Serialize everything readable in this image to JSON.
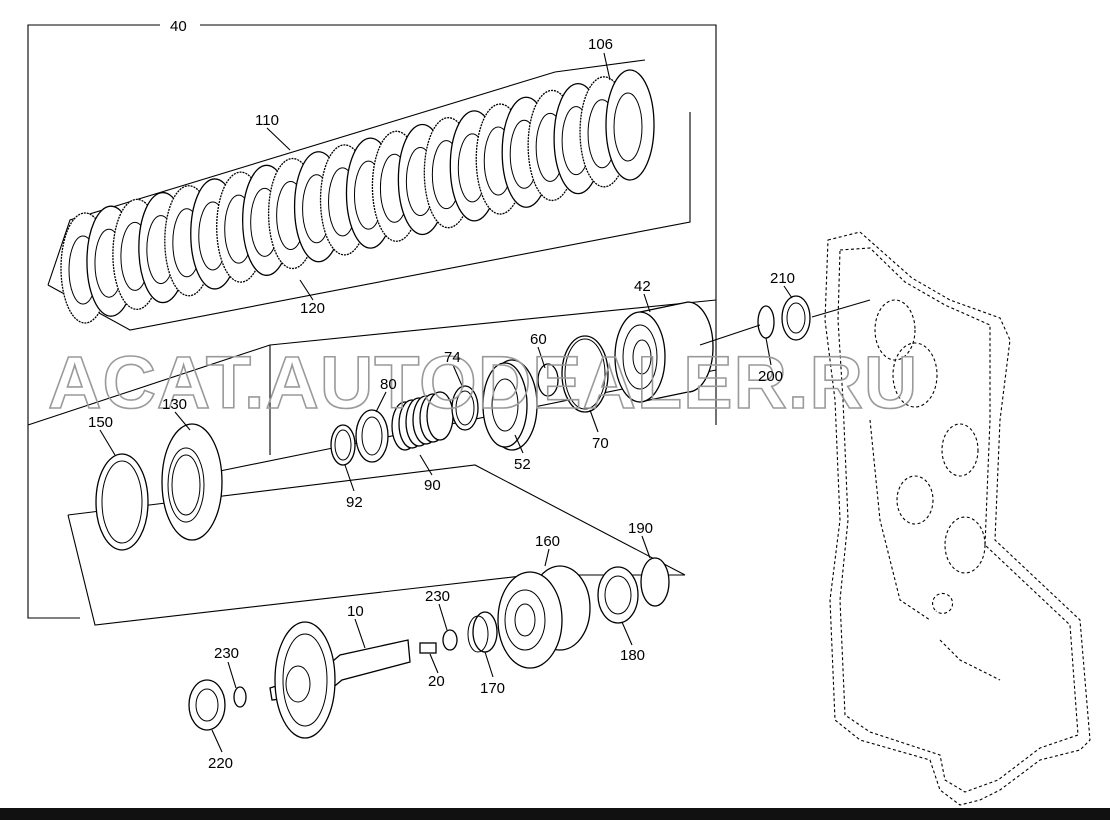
{
  "watermark": "ACAT.AUTODEALER.RU",
  "callouts": [
    {
      "id": "40",
      "text": "40"
    },
    {
      "id": "106",
      "text": "106"
    },
    {
      "id": "110",
      "text": "110"
    },
    {
      "id": "120",
      "text": "120"
    },
    {
      "id": "42",
      "text": "42"
    },
    {
      "id": "60",
      "text": "60"
    },
    {
      "id": "74",
      "text": "74"
    },
    {
      "id": "80",
      "text": "80"
    },
    {
      "id": "130",
      "text": "130"
    },
    {
      "id": "150",
      "text": "150"
    },
    {
      "id": "92",
      "text": "92"
    },
    {
      "id": "90",
      "text": "90"
    },
    {
      "id": "52",
      "text": "52"
    },
    {
      "id": "70",
      "text": "70"
    },
    {
      "id": "210",
      "text": "210"
    },
    {
      "id": "200",
      "text": "200"
    },
    {
      "id": "190",
      "text": "190"
    },
    {
      "id": "160",
      "text": "160"
    },
    {
      "id": "230a",
      "text": "230"
    },
    {
      "id": "10",
      "text": "10"
    },
    {
      "id": "180",
      "text": "180"
    },
    {
      "id": "170",
      "text": "170"
    },
    {
      "id": "20",
      "text": "20"
    },
    {
      "id": "230b",
      "text": "230"
    },
    {
      "id": "220",
      "text": "220"
    }
  ]
}
